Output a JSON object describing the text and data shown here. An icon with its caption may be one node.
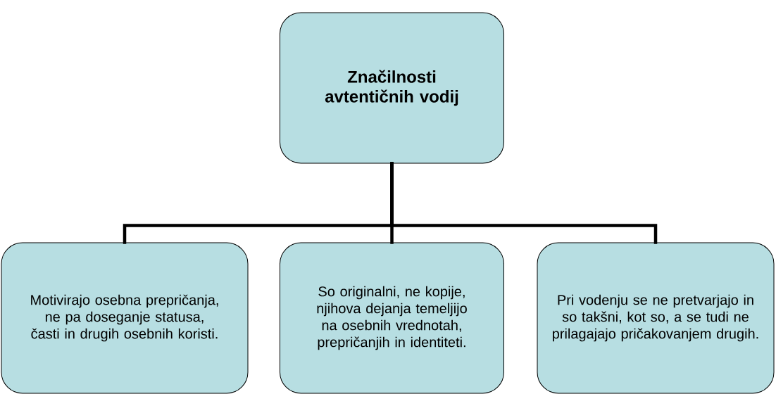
{
  "diagram": {
    "nodes": [
      {
        "text": [
          "Značilnosti avtentičnih vodij"
        ]
      },
      {
        "text": [
          "Motivirajo osebna prepričanja, ne pa doseganje statusa, časti in drugih osebnih koristi."
        ]
      },
      {
        "text": [
          "So originalni, ne kopije, njihova dejanja temeljijo na osebnih vrednotah, prepričanjih in identiteti."
        ]
      },
      {
        "text": [
          "Pri vodenju se ne pretvarjajo in so takšni, kot so, a se tudi ne prilagajajo pričakovanjem drugih."
        ]
      }
    ],
    "edges": [
      {
        "from": 0,
        "to": 1,
        "arrow": "none"
      },
      {
        "from": 0,
        "to": 2,
        "arrow": "none"
      },
      {
        "from": 0,
        "to": 3,
        "arrow": "none"
      }
    ]
  }
}
